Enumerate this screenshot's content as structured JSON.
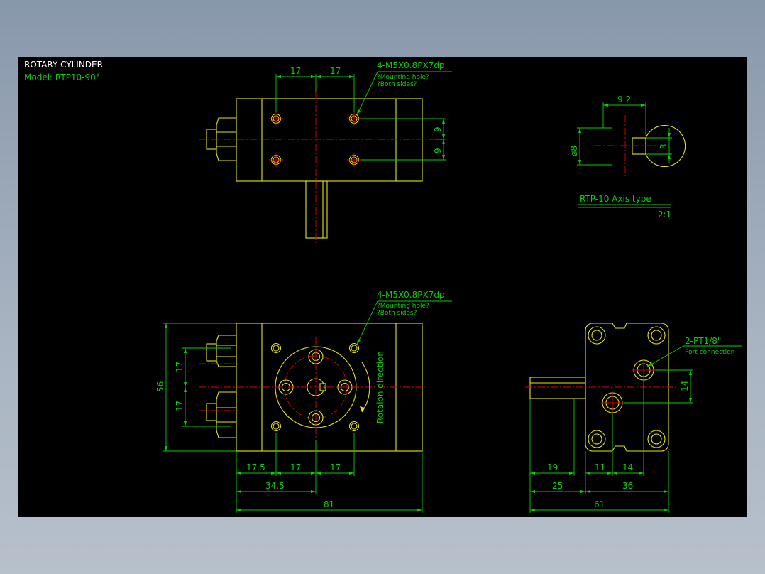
{
  "title_block": {
    "title": "ROTARY CYLINDER",
    "model": "Model:  RTP10-90°"
  },
  "top_view": {
    "dim_left": "17",
    "dim_right": "17",
    "dim_v_top": "9",
    "dim_v_bottom": "9",
    "callout": "4-M5X0.8PX7dp",
    "callout_note1": "?Mounting hole?",
    "callout_note2": "?Both sides?"
  },
  "axis_detail": {
    "width": "9.2",
    "diameter": "ø8",
    "key": "3",
    "label": "RTP-10  Axis  type",
    "scale": "2:1"
  },
  "front_view": {
    "callout": "4-M5X0.8PX7dp",
    "callout_note1": "?Mounting hole?",
    "callout_note2": "?Both sides?",
    "rotation_label": "Rotaion  direction",
    "dim_height": "56",
    "dim_upper": "17",
    "dim_lower": "17",
    "dim_b1": "17.5",
    "dim_b2": "17",
    "dim_b3": "17",
    "dim_mid": "34.5",
    "dim_total": "81"
  },
  "side_view": {
    "port_callout": "2-PT1/8\"",
    "port_note": "Port  connection",
    "dim_v": "14",
    "dim_19": "19",
    "dim_11": "11",
    "dim_14": "14",
    "dim_25": "25",
    "dim_36": "36",
    "dim_61": "61"
  },
  "colors": {
    "outline": "#e6e600",
    "dimension": "#00d400",
    "centerline": "#e00000",
    "background": "#000000"
  }
}
